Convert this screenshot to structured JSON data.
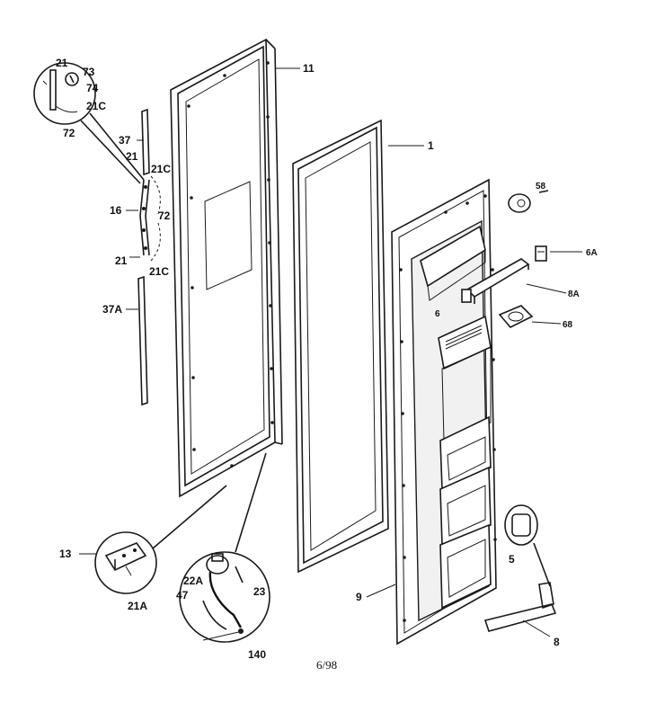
{
  "labels": {
    "l11": "11",
    "l1": "1",
    "l21_top": "21",
    "l73": "73",
    "l74": "74",
    "l21c_top": "21C",
    "l72_top": "72",
    "l37": "37",
    "l21_a": "21",
    "l21c_a": "21C",
    "l16": "16",
    "l72_b": "72",
    "l21_b": "21",
    "l21c_b": "21C",
    "l37a": "37A",
    "l58": "58",
    "l6a": "6A",
    "l8a": "8A",
    "l6": "6",
    "l68": "68",
    "l13": "13",
    "l21a": "21A",
    "l22a": "22A",
    "l47": "47",
    "l23": "23",
    "l140": "140",
    "l9": "9",
    "l5": "5",
    "l8": "8"
  },
  "footer": {
    "page": "6/98"
  }
}
